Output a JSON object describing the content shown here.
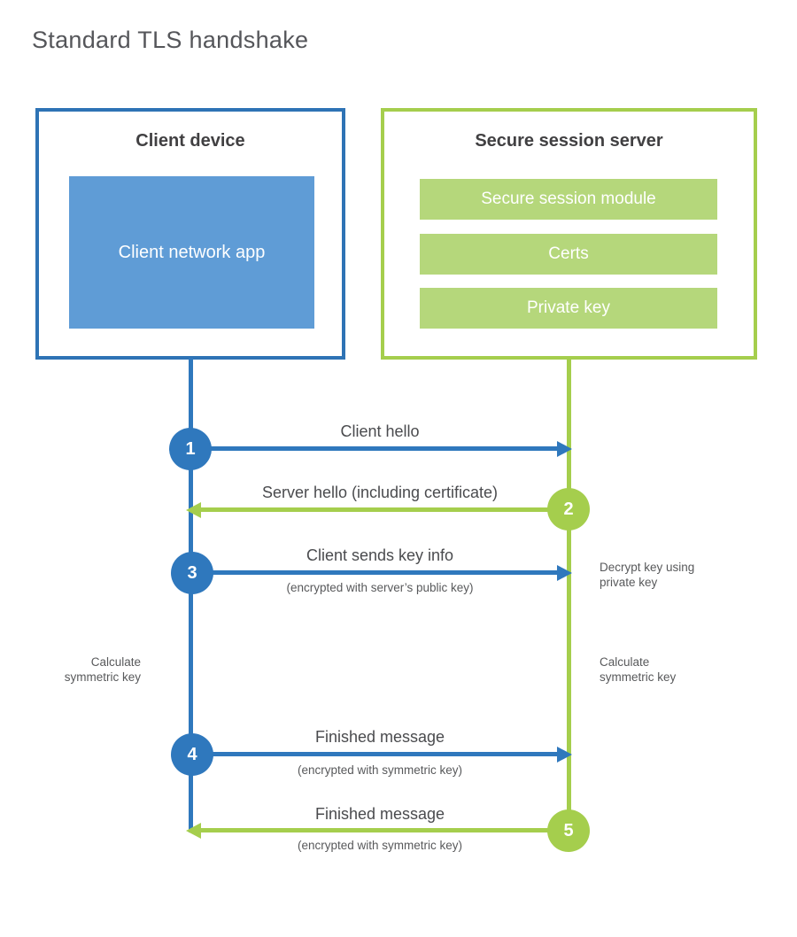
{
  "title": "Standard TLS handshake",
  "client": {
    "title": "Client device",
    "app_label": "Client network app"
  },
  "server": {
    "title": "Secure session server",
    "modules": [
      "Secure session module",
      "Certs",
      "Private key"
    ]
  },
  "steps": [
    {
      "num": "1",
      "label": "Client hello",
      "sublabel": ""
    },
    {
      "num": "2",
      "label": "Server hello (including certificate)",
      "sublabel": ""
    },
    {
      "num": "3",
      "label": "Client sends key info",
      "sublabel": "(encrypted with server’s public key)"
    },
    {
      "num": "4",
      "label": "Finished message",
      "sublabel": "(encrypted with symmetric key)"
    },
    {
      "num": "5",
      "label": "Finished message",
      "sublabel": "(encrypted with symmetric key)"
    }
  ],
  "annotations": {
    "decrypt_lines": [
      "Decrypt key using",
      "private key"
    ],
    "calc_left_lines": [
      "Calculate",
      "symmetric key"
    ],
    "calc_right_lines": [
      "Calculate",
      "symmetric key"
    ]
  },
  "colors": {
    "blue_line": "#2f78bd",
    "blue_box_border": "#2e73b5",
    "blue_fill": "#5f9cd6",
    "green": "#a5ce4d",
    "green_fill": "#b5d77b",
    "heading_text": "#414042",
    "label_text": "#58595b",
    "title_text": "#55565a"
  }
}
